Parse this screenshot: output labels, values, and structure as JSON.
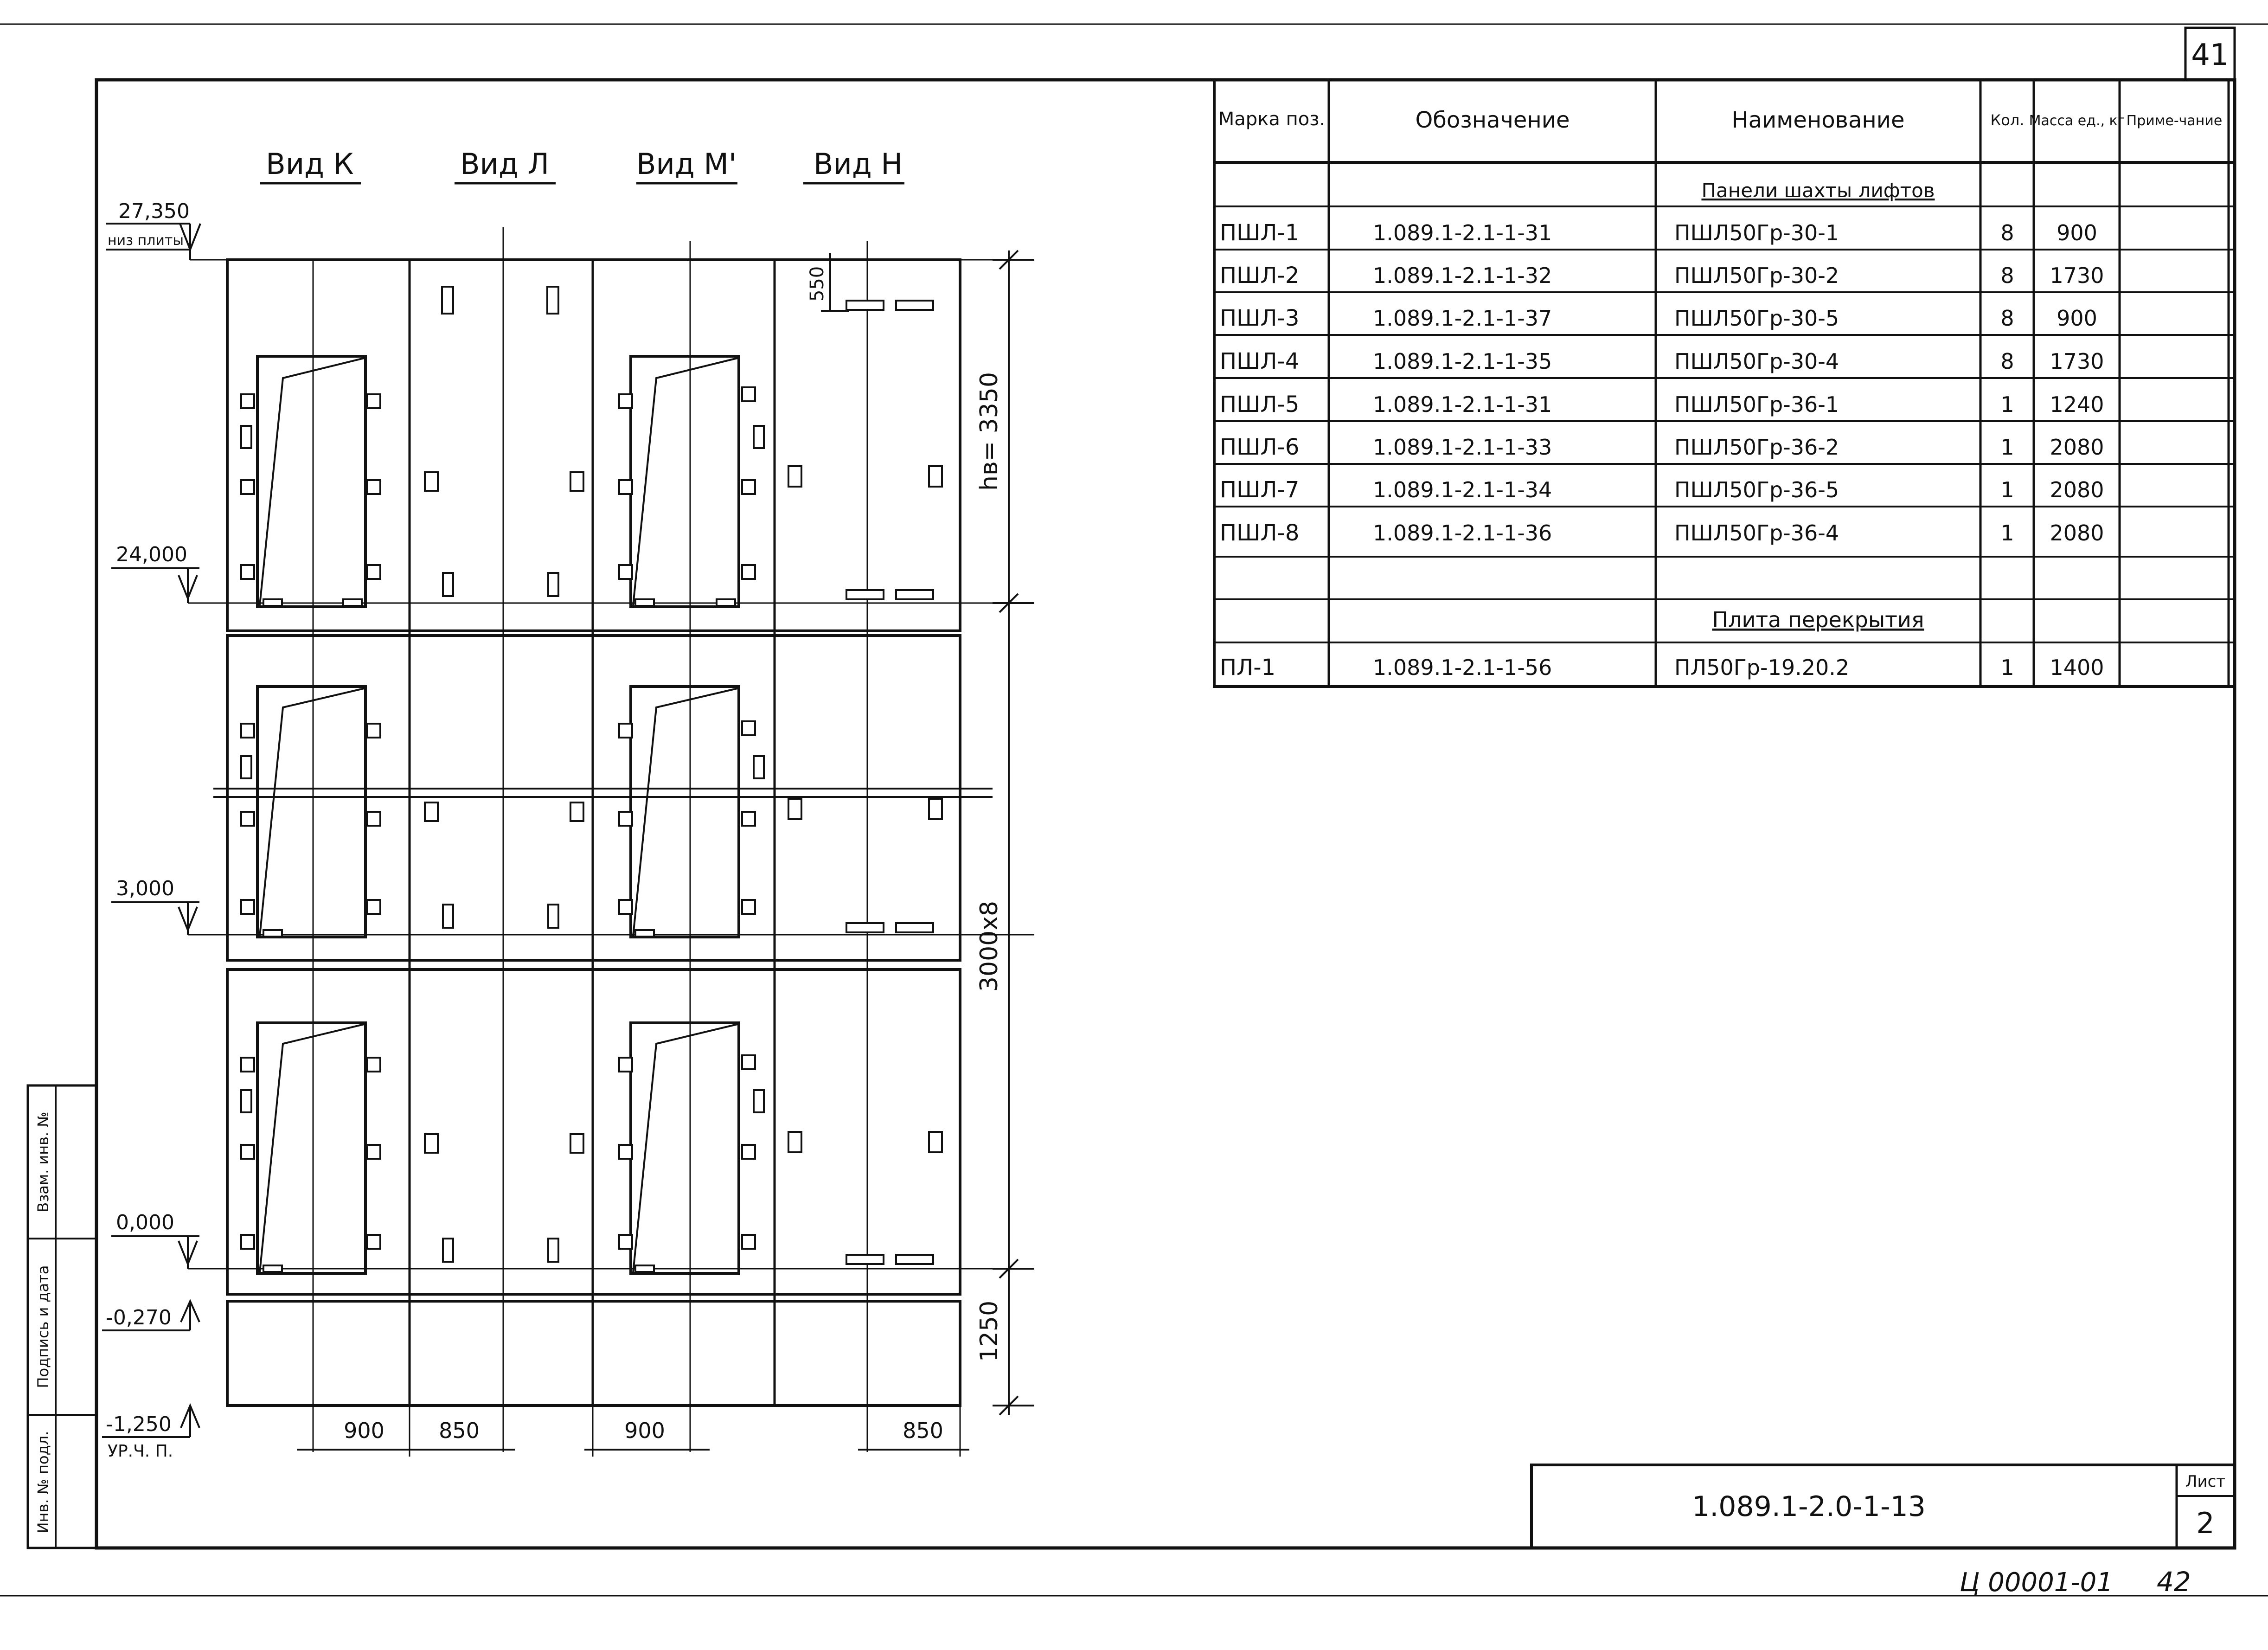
{
  "page_number_top": "41",
  "page_number_bottom": "42",
  "archive_code": "Ц 00001-01",
  "views": [
    "Вид К",
    "Вид Л",
    "Вид М'",
    "Вид Н"
  ],
  "elevations": {
    "top": "27,350",
    "top_note": "низ плиты",
    "e24": "24,000",
    "e3": "3,000",
    "e0": "0,000",
    "em027": "-0,270",
    "em125": "-1,250",
    "ground_note": "УР.Ч. П."
  },
  "dims": {
    "hb": "hв= 3350",
    "typ": "3000х8",
    "base": "1250",
    "d550": "550",
    "bottom": [
      "900",
      "850",
      "900",
      "850"
    ]
  },
  "side_stamp": [
    "Взам. инв. №",
    "Подпись и дата",
    "Инв. № подл."
  ],
  "table": {
    "headers": [
      "Марка поз.",
      "Обозначение",
      "Наименование",
      "Кол.",
      "Масса ед., кг",
      "Приме-чание"
    ],
    "rows": [
      {
        "mark": "",
        "code": "",
        "name": "Панели шахты лифтов",
        "qty": "",
        "mass": "",
        "note": "",
        "heading": true
      },
      {
        "mark": "ПШЛ-1",
        "code": "1.089.1-2.1-1-31",
        "name": "ПШЛ50Гр-30-1",
        "qty": "8",
        "mass": "900",
        "note": ""
      },
      {
        "mark": "ПШЛ-2",
        "code": "1.089.1-2.1-1-32",
        "name": "ПШЛ50Гр-30-2",
        "qty": "8",
        "mass": "1730",
        "note": ""
      },
      {
        "mark": "ПШЛ-3",
        "code": "1.089.1-2.1-1-37",
        "name": "ПШЛ50Гр-30-5",
        "qty": "8",
        "mass": "900",
        "note": ""
      },
      {
        "mark": "ПШЛ-4",
        "code": "1.089.1-2.1-1-35",
        "name": "ПШЛ50Гр-30-4",
        "qty": "8",
        "mass": "1730",
        "note": ""
      },
      {
        "mark": "ПШЛ-5",
        "code": "1.089.1-2.1-1-31",
        "name": "ПШЛ50Гр-36-1",
        "qty": "1",
        "mass": "1240",
        "note": ""
      },
      {
        "mark": "ПШЛ-6",
        "code": "1.089.1-2.1-1-33",
        "name": "ПШЛ50Гр-36-2",
        "qty": "1",
        "mass": "2080",
        "note": ""
      },
      {
        "mark": "ПШЛ-7",
        "code": "1.089.1-2.1-1-34",
        "name": "ПШЛ50Гр-36-5",
        "qty": "1",
        "mass": "2080",
        "note": ""
      },
      {
        "mark": "ПШЛ-8",
        "code": "1.089.1-2.1-1-36",
        "name": "ПШЛ50Гр-36-4",
        "qty": "1",
        "mass": "2080",
        "note": ""
      },
      {
        "mark": "",
        "code": "",
        "name": "",
        "qty": "",
        "mass": "",
        "note": ""
      },
      {
        "mark": "",
        "code": "",
        "name": "Плита перекрытия",
        "qty": "",
        "mass": "",
        "note": "",
        "heading": true
      },
      {
        "mark": "ПЛ-1",
        "code": "1.089.1-2.1-1-56",
        "name": "ПЛ50Гр-19.20.2",
        "qty": "1",
        "mass": "1400",
        "note": ""
      }
    ]
  },
  "title_block": {
    "document_code": "1.089.1-2.0-1-13",
    "sheet_label": "Лист",
    "sheet_number": "2"
  }
}
